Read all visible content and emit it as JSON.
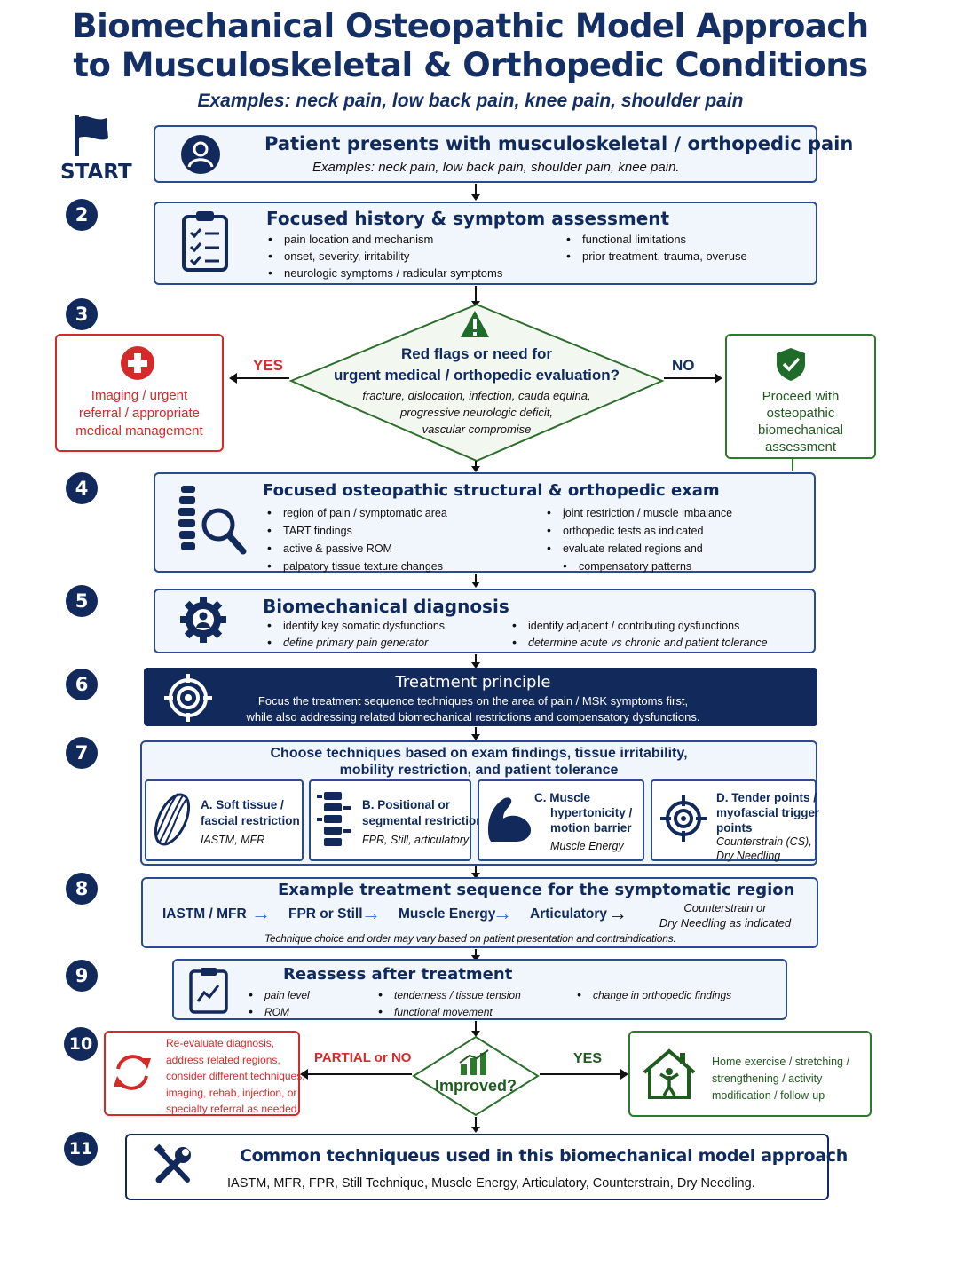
{
  "title_line1": "Biomechanical Osteopathic Model Approach",
  "title_line2": "to Musculoskeletal & Orthopedic Conditions",
  "subtitle": "Examples: neck pain, low back pain, knee pain, shoulder pain",
  "start_label": "START",
  "colors": {
    "navy": "#12295c",
    "red": "#d42a2a",
    "green": "#2c7a2c",
    "box_bg": "#f1f5fc"
  },
  "step1": {
    "title": "Patient presents with musculoskeletal / orthopedic pain",
    "text": "Examples: neck pain, low back pain, shoulder pain, knee pain.",
    "icon": "user-icon"
  },
  "step2": {
    "num": "2",
    "title": "Focused history & symptom assessment",
    "col1": [
      "pain location and mechanism",
      "onset, severity, irritability",
      "neurologic symptoms / radicular symptoms"
    ],
    "col2": [
      "functional limitations",
      "prior treatment, trauma, overuse"
    ],
    "icon": "clipboard-icon"
  },
  "step3": {
    "num": "3",
    "q1": "Red flags or need for",
    "q2": "urgent medical / orthopedic evaluation?",
    "e1": "fracture, dislocation, infection, cauda equina,",
    "e2": "progressive neurologic deficit,",
    "e3": "vascular compromise",
    "yes": "YES",
    "no": "NO",
    "left1": "Imaging / urgent",
    "left2": "referral / appropriate",
    "left3": "medical management",
    "right1": "Proceed with",
    "right2": "osteopathic",
    "right3": "biomechanical",
    "right4": "assessment"
  },
  "step4": {
    "num": "4",
    "title": "Focused osteopathic structural & orthopedic exam",
    "col1": [
      "region of pain / symptomatic area",
      "TART findings",
      "active & passive ROM",
      "palpatory tissue texture changes"
    ],
    "col2": [
      "joint restriction / muscle imbalance",
      "orthopedic tests as indicated",
      "evaluate related regions and",
      "compensatory patterns"
    ]
  },
  "step5": {
    "num": "5",
    "title": "Biomechanical diagnosis",
    "col1": [
      "identify key somatic dysfunctions",
      "define primary pain generator"
    ],
    "col2": [
      "identify adjacent / contributing dysfunctions",
      "determine acute vs chronic and patient tolerance"
    ]
  },
  "step6": {
    "num": "6",
    "title": "Treatment principle",
    "l1": "Focus the treatment sequence techniques on the area of pain / MSK symptoms first,",
    "l2": "while also addressing related biomechanical restrictions and compensatory dysfunctions."
  },
  "step7": {
    "num": "7",
    "t1": "Choose techniques based on exam findings, tissue irritability,",
    "t2": "mobility restriction, and patient tolerance",
    "cards": [
      {
        "l1": "A. Soft tissue /",
        "l2": "fascial restriction",
        "l3": "",
        "sub1": "IASTM, MFR",
        "sub2": ""
      },
      {
        "l1": "B. Positional or",
        "l2": "segmental restriction",
        "l3": "",
        "sub1": "FPR, Still, articulatory",
        "sub2": ""
      },
      {
        "l1": "C. Muscle",
        "l2": "hypertonicity /",
        "l3": "motion barrier",
        "sub1": "Muscle Energy",
        "sub2": ""
      },
      {
        "l1": "D. Tender points /",
        "l2": "myofascial trigger",
        "l3": "points",
        "sub1": "Counterstrain (CS),",
        "sub2": "Dry Needling"
      }
    ]
  },
  "step8": {
    "num": "8",
    "title": "Example treatment sequence for the symptomatic region",
    "seq": [
      "IASTM / MFR",
      "FPR or Still",
      "Muscle Energy",
      "Articulatory"
    ],
    "last1": "Counterstrain or",
    "last2": "Dry Needling as indicated",
    "note": "Technique choice and order may vary based on patient presentation and contraindications."
  },
  "step9": {
    "num": "9",
    "title": "Reassess after treatment",
    "col1": [
      "pain level",
      "ROM"
    ],
    "col2": [
      "tenderness / tissue tension",
      "functional movement"
    ],
    "col3": [
      "change in orthopedic findings"
    ]
  },
  "step10": {
    "num": "10",
    "q": "Improved?",
    "partial": "PARTIAL or NO",
    "yes": "YES",
    "left": [
      "Re-evaluate diagnosis,",
      "address related regions,",
      "consider different techniques,",
      "imaging, rehab, injection, or",
      "specialty referral as needed"
    ],
    "right": [
      "Home exercise / stretching /",
      "strengthening / activity",
      "modification / follow-up"
    ]
  },
  "step11": {
    "num": "11",
    "title": "Common techniqueus used in this biomechanical model approach",
    "text": "IASTM, MFR, FPR, Still Technique, Muscle Energy, Articulatory, Counterstrain, Dry Needling."
  }
}
